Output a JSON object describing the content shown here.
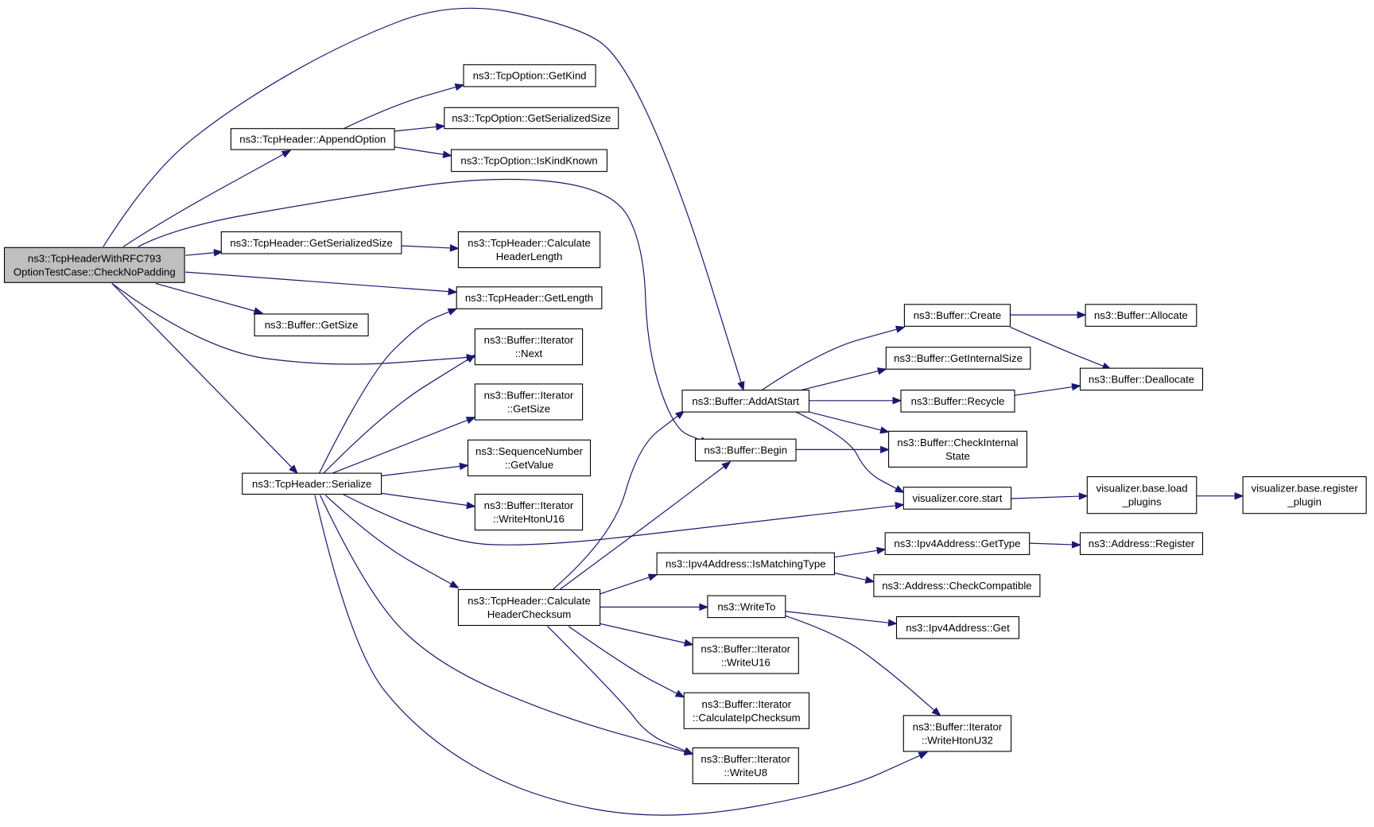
{
  "diagram": {
    "type": "call-graph",
    "edge_color": "#191970",
    "root_fill": "#bfbfbf",
    "node_fill": "#ffffff",
    "nodes": [
      {
        "id": "root",
        "label": [
          "ns3::TcpHeaderWithRFC793",
          "OptionTestCase::CheckNoPadding"
        ],
        "root": true
      },
      {
        "id": "appendOption",
        "label": [
          "ns3::TcpHeader::AppendOption"
        ]
      },
      {
        "id": "getKind",
        "label": [
          "ns3::TcpOption::GetKind"
        ]
      },
      {
        "id": "optGetSerializedSize",
        "label": [
          "ns3::TcpOption::GetSerializedSize"
        ]
      },
      {
        "id": "isKindKnown",
        "label": [
          "ns3::TcpOption::IsKindKnown"
        ]
      },
      {
        "id": "hdrGetSerializedSize",
        "label": [
          "ns3::TcpHeader::GetSerializedSize"
        ]
      },
      {
        "id": "calcHeaderLength",
        "label": [
          "ns3::TcpHeader::Calculate",
          "HeaderLength"
        ]
      },
      {
        "id": "getLength",
        "label": [
          "ns3::TcpHeader::GetLength"
        ]
      },
      {
        "id": "bufGetSize",
        "label": [
          "ns3::Buffer::GetSize"
        ]
      },
      {
        "id": "iterNext",
        "label": [
          "ns3::Buffer::Iterator",
          "::Next"
        ]
      },
      {
        "id": "iterGetSize",
        "label": [
          "ns3::Buffer::Iterator",
          "::GetSize"
        ]
      },
      {
        "id": "seqGetValue",
        "label": [
          "ns3::SequenceNumber",
          "::GetValue"
        ]
      },
      {
        "id": "writeHtonU16",
        "label": [
          "ns3::Buffer::Iterator",
          "::WriteHtonU16"
        ]
      },
      {
        "id": "serialize",
        "label": [
          "ns3::TcpHeader::Serialize"
        ]
      },
      {
        "id": "calcHeaderChecksum",
        "label": [
          "ns3::TcpHeader::Calculate",
          "HeaderChecksum"
        ]
      },
      {
        "id": "addAtStart",
        "label": [
          "ns3::Buffer::AddAtStart"
        ]
      },
      {
        "id": "begin",
        "label": [
          "ns3::Buffer::Begin"
        ]
      },
      {
        "id": "create",
        "label": [
          "ns3::Buffer::Create"
        ]
      },
      {
        "id": "getInternalSize",
        "label": [
          "ns3::Buffer::GetInternalSize"
        ]
      },
      {
        "id": "recycle",
        "label": [
          "ns3::Buffer::Recycle"
        ]
      },
      {
        "id": "checkInternalState",
        "label": [
          "ns3::Buffer::CheckInternal",
          "State"
        ]
      },
      {
        "id": "allocate",
        "label": [
          "ns3::Buffer::Allocate"
        ]
      },
      {
        "id": "deallocate",
        "label": [
          "ns3::Buffer::Deallocate"
        ]
      },
      {
        "id": "coreStart",
        "label": [
          "visualizer.core.start"
        ]
      },
      {
        "id": "loadPlugins",
        "label": [
          "visualizer.base.load",
          "_plugins"
        ]
      },
      {
        "id": "registerPlugin",
        "label": [
          "visualizer.base.register",
          "_plugin"
        ]
      },
      {
        "id": "isMatchingType",
        "label": [
          "ns3::Ipv4Address::IsMatchingType"
        ]
      },
      {
        "id": "ipv4GetType",
        "label": [
          "ns3::Ipv4Address::GetType"
        ]
      },
      {
        "id": "addrRegister",
        "label": [
          "ns3::Address::Register"
        ]
      },
      {
        "id": "checkCompatible",
        "label": [
          "ns3::Address::CheckCompatible"
        ]
      },
      {
        "id": "writeTo",
        "label": [
          "ns3::WriteTo"
        ]
      },
      {
        "id": "ipv4Get",
        "label": [
          "ns3::Ipv4Address::Get"
        ]
      },
      {
        "id": "writeU16",
        "label": [
          "ns3::Buffer::Iterator",
          "::WriteU16"
        ]
      },
      {
        "id": "calcIpChecksum",
        "label": [
          "ns3::Buffer::Iterator",
          "::CalculateIpChecksum"
        ]
      },
      {
        "id": "writeU8",
        "label": [
          "ns3::Buffer::Iterator",
          "::WriteU8"
        ]
      },
      {
        "id": "writeHtonU32",
        "label": [
          "ns3::Buffer::Iterator",
          "::WriteHtonU32"
        ]
      }
    ],
    "edges": [
      {
        "from": "root",
        "to": "appendOption"
      },
      {
        "from": "root",
        "to": "addAtStart"
      },
      {
        "from": "root",
        "to": "begin"
      },
      {
        "from": "root",
        "to": "hdrGetSerializedSize"
      },
      {
        "from": "root",
        "to": "getLength"
      },
      {
        "from": "root",
        "to": "bufGetSize"
      },
      {
        "from": "root",
        "to": "iterNext"
      },
      {
        "from": "root",
        "to": "serialize"
      },
      {
        "from": "appendOption",
        "to": "getKind"
      },
      {
        "from": "appendOption",
        "to": "optGetSerializedSize"
      },
      {
        "from": "appendOption",
        "to": "isKindKnown"
      },
      {
        "from": "hdrGetSerializedSize",
        "to": "calcHeaderLength"
      },
      {
        "from": "serialize",
        "to": "getLength"
      },
      {
        "from": "serialize",
        "to": "iterNext"
      },
      {
        "from": "serialize",
        "to": "iterGetSize"
      },
      {
        "from": "serialize",
        "to": "seqGetValue"
      },
      {
        "from": "serialize",
        "to": "writeHtonU16"
      },
      {
        "from": "serialize",
        "to": "coreStart"
      },
      {
        "from": "serialize",
        "to": "calcHeaderChecksum"
      },
      {
        "from": "serialize",
        "to": "writeU8"
      },
      {
        "from": "serialize",
        "to": "writeHtonU32"
      },
      {
        "from": "calcHeaderChecksum",
        "to": "addAtStart"
      },
      {
        "from": "calcHeaderChecksum",
        "to": "begin"
      },
      {
        "from": "calcHeaderChecksum",
        "to": "isMatchingType"
      },
      {
        "from": "calcHeaderChecksum",
        "to": "writeTo"
      },
      {
        "from": "calcHeaderChecksum",
        "to": "writeU16"
      },
      {
        "from": "calcHeaderChecksum",
        "to": "calcIpChecksum"
      },
      {
        "from": "calcHeaderChecksum",
        "to": "writeU8"
      },
      {
        "from": "addAtStart",
        "to": "create"
      },
      {
        "from": "addAtStart",
        "to": "getInternalSize"
      },
      {
        "from": "addAtStart",
        "to": "recycle"
      },
      {
        "from": "addAtStart",
        "to": "checkInternalState"
      },
      {
        "from": "addAtStart",
        "to": "coreStart"
      },
      {
        "from": "begin",
        "to": "checkInternalState"
      },
      {
        "from": "create",
        "to": "allocate"
      },
      {
        "from": "create",
        "to": "deallocate"
      },
      {
        "from": "recycle",
        "to": "deallocate"
      },
      {
        "from": "coreStart",
        "to": "loadPlugins"
      },
      {
        "from": "loadPlugins",
        "to": "registerPlugin"
      },
      {
        "from": "isMatchingType",
        "to": "ipv4GetType"
      },
      {
        "from": "isMatchingType",
        "to": "checkCompatible"
      },
      {
        "from": "ipv4GetType",
        "to": "addrRegister"
      },
      {
        "from": "writeTo",
        "to": "ipv4Get"
      },
      {
        "from": "writeTo",
        "to": "writeHtonU32"
      }
    ]
  }
}
